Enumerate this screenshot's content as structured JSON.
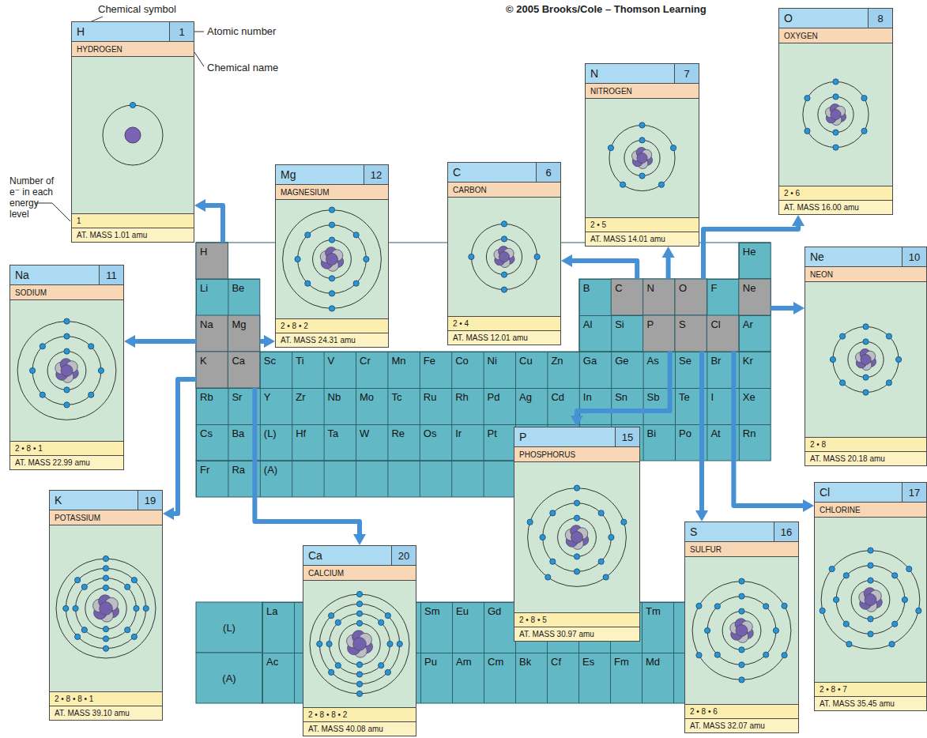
{
  "diagram": {
    "nodes": [
      {
        "text": [
          "H",
          "1",
          "HYDROGEN",
          "1",
          "AT. MASS 1.01 amu"
        ]
      },
      {
        "text": [
          "O",
          "8",
          "OXYGEN",
          "2 • 6",
          "AT. MASS 16.00 amu"
        ]
      },
      {
        "text": [
          "N",
          "7",
          "NITROGEN",
          "2 • 5",
          "AT. MASS 14.01 amu"
        ]
      },
      {
        "text": [
          "Mg",
          "12",
          "MAGNESIUM",
          "2 • 8 • 2",
          "AT. MASS 24.31 amu"
        ]
      },
      {
        "text": [
          "C",
          "6",
          "CARBON",
          "2 • 4",
          "AT. MASS 12.01 amu"
        ]
      },
      {
        "text": [
          "Na",
          "11",
          "SODIUM",
          "2 • 8 • 1",
          "AT. MASS 22.99 amu"
        ]
      },
      {
        "text": [
          "Ne",
          "10",
          "NEON",
          "2 • 8",
          "AT. MASS 20.18 amu"
        ]
      },
      {
        "text": [
          "K",
          "19",
          "POTASSIUM",
          "2 • 8 • 8 • 1",
          "AT. MASS 39.10 amu"
        ]
      },
      {
        "text": [
          "Cl",
          "17",
          "CHLORINE",
          "2 • 8 • 7",
          "AT. MASS 35.45 amu"
        ]
      },
      {
        "text": [
          "P",
          "15",
          "PHOSPHORUS",
          "2 • 8 • 5",
          "AT. MASS 30.97 amu"
        ]
      },
      {
        "text": [
          "Ca",
          "20",
          "CALCIUM",
          "2 • 8 • 8 • 2",
          "AT. MASS 40.08 amu"
        ]
      },
      {
        "text": [
          "S",
          "16",
          "SULFUR",
          "2 • 8 • 6",
          "AT. MASS 32.07 amu"
        ]
      },
      {
        "text": [
          "H"
        ]
      },
      {
        "text": [
          "He"
        ]
      },
      {
        "text": [
          "Li"
        ]
      },
      {
        "text": [
          "Be"
        ]
      },
      {
        "text": [
          "B"
        ]
      },
      {
        "text": [
          "C"
        ]
      },
      {
        "text": [
          "N"
        ]
      },
      {
        "text": [
          "O"
        ]
      },
      {
        "text": [
          "F"
        ]
      },
      {
        "text": [
          "Ne"
        ]
      },
      {
        "text": [
          "Na"
        ]
      },
      {
        "text": [
          "Mg"
        ]
      },
      {
        "text": [
          "Al"
        ]
      },
      {
        "text": [
          "Si"
        ]
      },
      {
        "text": [
          "P"
        ]
      },
      {
        "text": [
          "S"
        ]
      },
      {
        "text": [
          "Cl"
        ]
      },
      {
        "text": [
          "Ar"
        ]
      },
      {
        "text": [
          "K"
        ]
      },
      {
        "text": [
          "Ca"
        ]
      },
      {
        "text": [
          "Sc"
        ]
      },
      {
        "text": [
          "Ti"
        ]
      },
      {
        "text": [
          "V"
        ]
      },
      {
        "text": [
          "Cr"
        ]
      },
      {
        "text": [
          "Mn"
        ]
      },
      {
        "text": [
          "Fe"
        ]
      },
      {
        "text": [
          "Co"
        ]
      },
      {
        "text": [
          "Ni"
        ]
      },
      {
        "text": [
          "Cu"
        ]
      },
      {
        "text": [
          "Zn"
        ]
      },
      {
        "text": [
          "Ga"
        ]
      },
      {
        "text": [
          "Ge"
        ]
      },
      {
        "text": [
          "As"
        ]
      },
      {
        "text": [
          "Se"
        ]
      },
      {
        "text": [
          "Br"
        ]
      },
      {
        "text": [
          "Kr"
        ]
      },
      {
        "text": [
          "Rb"
        ]
      },
      {
        "text": [
          "Sr"
        ]
      },
      {
        "text": [
          "Y"
        ]
      },
      {
        "text": [
          "Zr"
        ]
      },
      {
        "text": [
          "Nb"
        ]
      },
      {
        "text": [
          "Mo"
        ]
      },
      {
        "text": [
          "Tc"
        ]
      },
      {
        "text": [
          "Ru"
        ]
      },
      {
        "text": [
          "Rh"
        ]
      },
      {
        "text": [
          "Pd"
        ]
      },
      {
        "text": [
          "Ag"
        ]
      },
      {
        "text": [
          "Cd"
        ]
      },
      {
        "text": [
          "In"
        ]
      },
      {
        "text": [
          "Sn"
        ]
      },
      {
        "text": [
          "Sb"
        ]
      },
      {
        "text": [
          "Te"
        ]
      },
      {
        "text": [
          "I"
        ]
      },
      {
        "text": [
          "Xe"
        ]
      },
      {
        "text": [
          "Cs"
        ]
      },
      {
        "text": [
          "Ba"
        ]
      },
      {
        "text": [
          "(L)"
        ]
      },
      {
        "text": [
          "Hf"
        ]
      },
      {
        "text": [
          "Ta"
        ]
      },
      {
        "text": [
          "W"
        ]
      },
      {
        "text": [
          "Re"
        ]
      },
      {
        "text": [
          "Os"
        ]
      },
      {
        "text": [
          "Ir"
        ]
      },
      {
        "text": [
          "Pt"
        ]
      },
      {
        "text": [
          "Bi"
        ]
      },
      {
        "text": [
          "Po"
        ]
      },
      {
        "text": [
          "At"
        ]
      },
      {
        "text": [
          "Rn"
        ]
      },
      {
        "text": [
          "Fr"
        ]
      },
      {
        "text": [
          "Ra"
        ]
      },
      {
        "text": [
          "(A)"
        ]
      },
      {
        "text": [
          "(L)"
        ]
      },
      {
        "text": [
          "La"
        ]
      },
      {
        "text": [
          "Sm"
        ]
      },
      {
        "text": [
          "Eu"
        ]
      },
      {
        "text": [
          "Gd"
        ]
      },
      {
        "text": [
          "Tm"
        ]
      },
      {
        "text": [
          "(A)"
        ]
      },
      {
        "text": [
          "Ac"
        ]
      },
      {
        "text": [
          "Pu"
        ]
      },
      {
        "text": [
          "Am"
        ]
      },
      {
        "text": [
          "Cm"
        ]
      },
      {
        "text": [
          "Bk"
        ]
      },
      {
        "text": [
          "Cf"
        ]
      },
      {
        "text": [
          "Es"
        ]
      },
      {
        "text": [
          "Fm"
        ]
      },
      {
        "text": [
          "Md"
        ]
      }
    ],
    "edges": [
      {
        "from": 12,
        "to": 0,
        "arrow": "to"
      },
      {
        "from": 19,
        "to": 1,
        "arrow": "to"
      },
      {
        "from": 18,
        "to": 2,
        "arrow": "to"
      },
      {
        "from": 23,
        "to": 3,
        "arrow": "to"
      },
      {
        "from": 17,
        "to": 4,
        "arrow": "to"
      },
      {
        "from": 22,
        "to": 5,
        "arrow": "to"
      },
      {
        "from": 21,
        "to": 6,
        "arrow": "to"
      },
      {
        "from": 30,
        "to": 7,
        "arrow": "to"
      },
      {
        "from": 28,
        "to": 8,
        "arrow": "to"
      },
      {
        "from": 26,
        "to": 9,
        "arrow": "to"
      },
      {
        "from": 31,
        "to": 10,
        "arrow": "to"
      },
      {
        "from": 27,
        "to": 11,
        "arrow": "to"
      }
    ],
    "labels": [
      "© 2005 Brooks/Cole – Thomson Learning",
      "Chemical symbol",
      "Atomic number",
      "Chemical name",
      "Number of e⁻ in each energy level"
    ]
  }
}
